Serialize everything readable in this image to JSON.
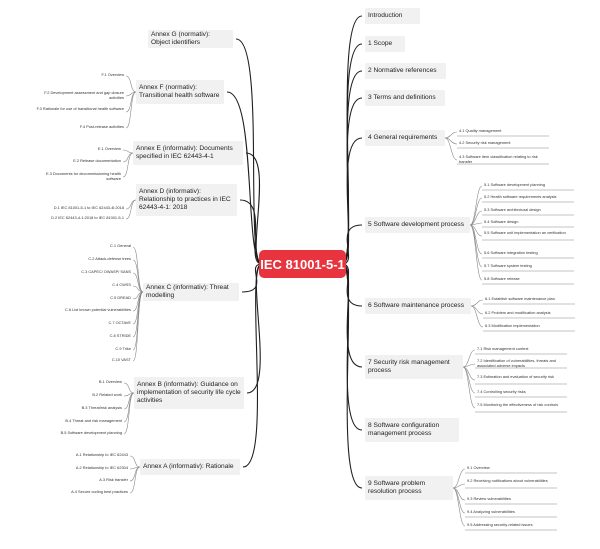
{
  "center": "IEC 81001-5-1",
  "right_nodes": [
    {
      "label": "Introduction",
      "children": []
    },
    {
      "label": "1 Scope",
      "children": []
    },
    {
      "label": "2 Normative references",
      "children": []
    },
    {
      "label": "3 Terms and definitions",
      "children": []
    },
    {
      "label": "4 General requirements",
      "children": [
        "4.1 Quality management",
        "4.2 Security risk management",
        "4.3 Software item classification relating to risk transfer"
      ]
    },
    {
      "label": "5 Software development process",
      "children": [
        "5.1 Software development planning",
        "5.2 Health software requirements analysis",
        "5.3 Software architectural design",
        "5.4 Software design",
        "5.5 Software unit implementation an verification",
        "5.6 Software integration testing",
        "5.7 Software system testing",
        "5.8 Software release"
      ]
    },
    {
      "label": "6 Software maintenance process",
      "children": [
        "6.1 Establish software maintenance plan",
        "6.2 Problem and modification analysis",
        "6.3 Modification implementation"
      ]
    },
    {
      "label": "7 Security risk management process",
      "children": [
        "7.1 Risk management context",
        "7.2 Identification of vulnerabilities, threats and associated adverse impacts",
        "7.3 Estimation and evaluation of security risk",
        "7.4 Controlling security risks",
        "7.5 Monitoring the effectiveness of risk controls"
      ]
    },
    {
      "label": "8 Software configuration management process",
      "children": []
    },
    {
      "label": "9 Software problem resolution process",
      "children": [
        "9.1 Overview",
        "9.2 Receiving notifications about vulnerabilities",
        "9.3 Review vulnerabilities",
        "9.4 Analyzing vulnerabilities",
        "9.5 Addressing security-related issues"
      ]
    }
  ],
  "left_nodes": [
    {
      "label": "Annex G (normativ): Object identifiers",
      "children": []
    },
    {
      "label": "Annex F (normativ): Transitional health software",
      "children": [
        "F.1 Overview",
        "F.2 Development assessment and gap closure activities",
        "F.3 Rationale for use of transitional health software",
        "F.4 Post-release activities"
      ]
    },
    {
      "label": "Annex E (informativ): Documents specified in IEC 62443-4-1",
      "children": [
        "E.1 Overview",
        "E.2 Release documentation",
        "E.3 Documents for decommissioning health software"
      ]
    },
    {
      "label": "Annex D (informativ): Relationship to practices in IEC 62443-4-1: 2018",
      "children": [
        "D.1 IEC 81001-5-1 to IEC 62443-4l:2018",
        "D.2 IEC 62443-4-1:2018 to IEC 81001-5-1"
      ]
    },
    {
      "label": "Annex C (informativ): Threat modelling",
      "children": [
        "C.1 General",
        "C.2 Attack-defense trees",
        "C.3 CAPEC/ OWASP/ SANS",
        "C.4 CWSS",
        "C.5 DREAD",
        "C.6 List known potential vulnerabilities",
        "C.7 OCTAVE",
        "C.8 STRIDE",
        "C.9 Trike",
        "C.10 VAST"
      ]
    },
    {
      "label": "Annex B (informativ): Guidance on implementation of security life cycle activities",
      "children": [
        "B.1 Overview",
        "B.2 Related work",
        "B.3 Threat/risk analysis",
        "B.4 Threat and risk management",
        "B.5 Software development planning"
      ]
    },
    {
      "label": "Annex A (informativ): Rationale",
      "children": [
        "A.1 Relationship to IEC 62443",
        "A.2 Relationship to IEC 62304",
        "A.3 Risk transfer",
        "A.4 Secure coding best practices"
      ]
    }
  ]
}
